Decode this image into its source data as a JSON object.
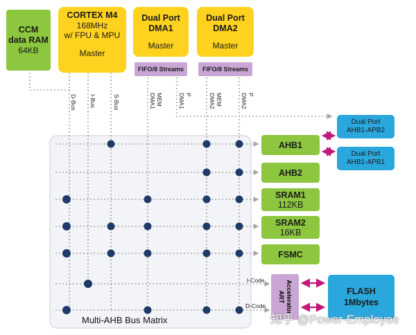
{
  "ccm": {
    "title": "CCM",
    "line2": "data RAM",
    "line3": "64KB"
  },
  "cortex": {
    "title": "CORTEX M4",
    "line2": "168MHz",
    "line3": "w/ FPU & MPU",
    "role": "Master"
  },
  "dma1": {
    "title": "Dual Port",
    "line2": "DMA1",
    "role": "Master",
    "fifo": "FIFO/8 Streams"
  },
  "dma2": {
    "title": "Dual Port",
    "line2": "DMA2",
    "role": "Master",
    "fifo": "FIFO/8 Streams"
  },
  "bus_labels": {
    "dbus": "D-Bus",
    "ibus": "I-Bus",
    "sbus": "S-Bus",
    "mem_dma1_a": "MEM",
    "mem_dma1_b": "DMA1",
    "p_dma1_a": "P",
    "p_dma1_b": "DMA1",
    "mem_dma2_a": "MEM",
    "mem_dma2_b": "DMA2",
    "p_dma2_a": "P",
    "p_dma2_b": "DMA2"
  },
  "bridge_apb2": {
    "line1": "Dual Port",
    "line2": "AHB1-APB2"
  },
  "bridge_apb1": {
    "line1": "Dual Port",
    "line2": "AHB1-APB1"
  },
  "slaves": {
    "ahb1": "AHB1",
    "ahb2": "AHB2",
    "sram1": {
      "line1": "SRAM1",
      "line2": "112KB"
    },
    "sram2": {
      "line1": "SRAM2",
      "line2": "16KB"
    },
    "fsmc": "FSMC"
  },
  "art": {
    "line1": "Accelerator",
    "line2": "ART"
  },
  "flash": {
    "line1": "FLASH",
    "line2": "1Mbytes"
  },
  "code_labels": {
    "icode": "I-Code",
    "dcode": "D-Code"
  },
  "matrix_title": "Multi-AHB Bus Matrix",
  "watermark": "知乎 @Power-Employee",
  "colors": {
    "green": "#8dc63f",
    "yellow": "#ffd21f",
    "blue": "#2aa7dd",
    "purple": "#c9a6d6",
    "node": "#1f3a66",
    "arrow": "#c2187a",
    "dotted": "#a7a7a7"
  }
}
